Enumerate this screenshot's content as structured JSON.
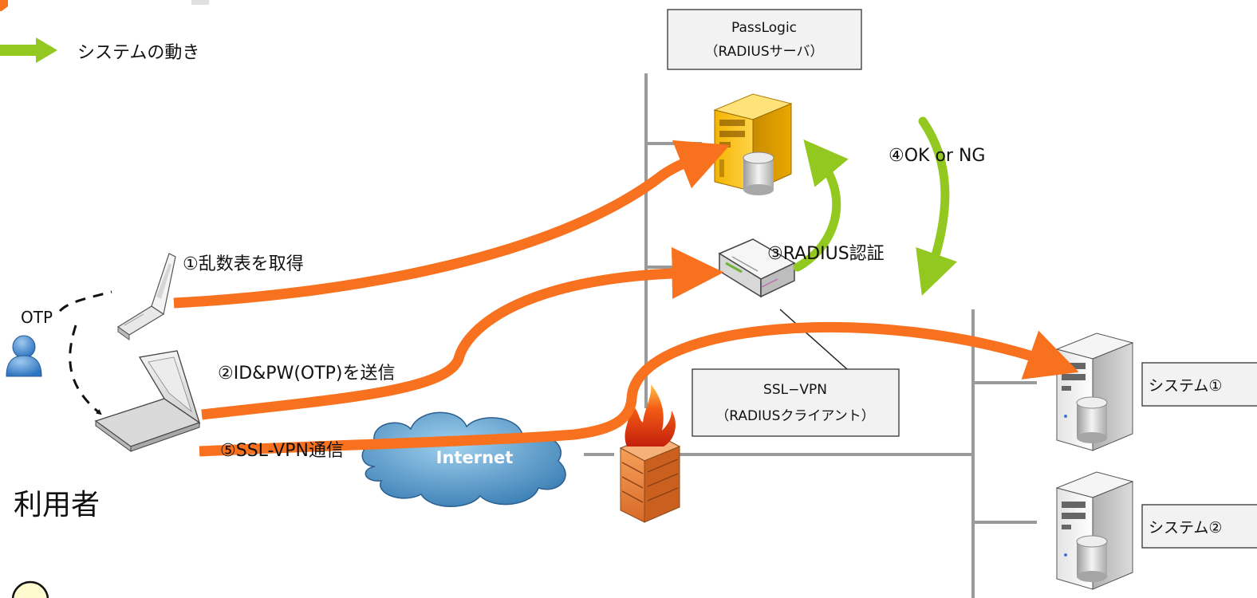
{
  "legend": {
    "system_flow": "システムの動き"
  },
  "colors": {
    "user_flow": "#f7711f",
    "system_flow": "#92c81f"
  },
  "nodes": {
    "passlogic": {
      "line1": "PassLogic",
      "line2": "（RADIUSサーバ）"
    },
    "sslvpn": {
      "line1": "SSL−VPN",
      "line2": "（RADIUSクライアント）"
    },
    "system1": "システム①",
    "system2": "システム②",
    "internet": "Internet",
    "user": "利用者",
    "otp": "OTP"
  },
  "steps": {
    "s1": "①乱数表を取得",
    "s2": "②ID&PW(OTP)を送信",
    "s3": "③RADIUS認証",
    "s4": "④OK or NG",
    "s5": "⑤SSL-VPN通信"
  }
}
